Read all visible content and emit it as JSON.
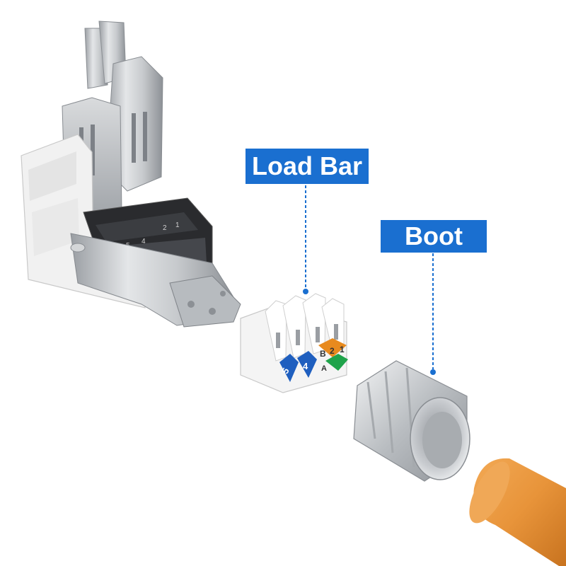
{
  "callouts": {
    "load_bar": "Load Bar",
    "boot": "Boot"
  },
  "load_bar_terminals": {
    "left": [
      "5",
      "4"
    ],
    "right_top": [
      "B",
      "2",
      "1"
    ],
    "right_bottom": "A"
  },
  "housing_terminals": [
    "5",
    "4",
    "2",
    "1"
  ],
  "colors": {
    "callout_blue": "#1a6fd0",
    "cable_orange": "#e8943a",
    "pair_blue": "#1f5fbf",
    "pair_orange": "#e88a1e",
    "pair_green": "#1fa34a"
  }
}
